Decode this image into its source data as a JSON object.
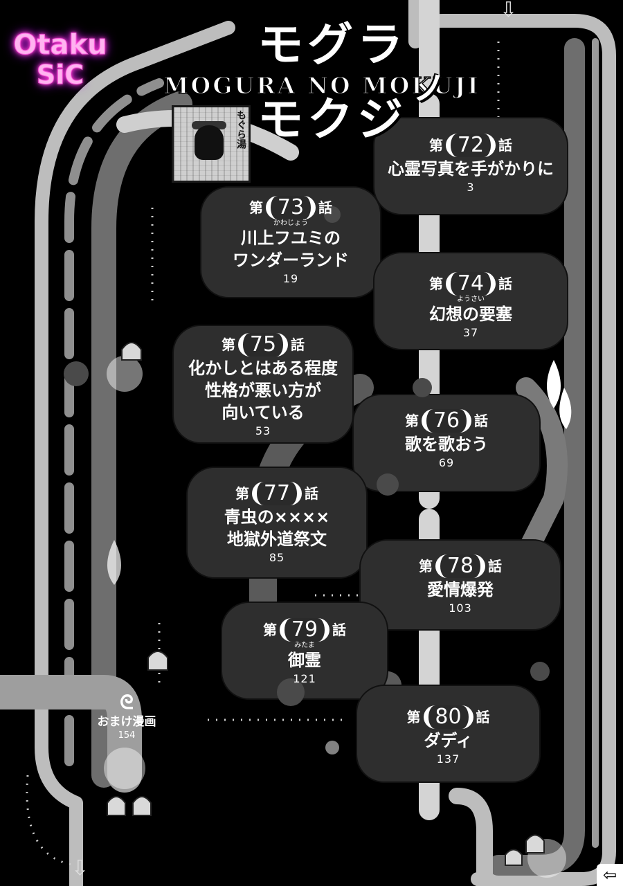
{
  "logo": {
    "line1": "Otaku",
    "line2": "SiC",
    "accent": "#ff3fd0"
  },
  "title": {
    "top": "モグラ",
    "roman": "MOGURA NO MOKUJI",
    "connector": "ノ",
    "bottom": "モクジ"
  },
  "sign": {
    "text": "もぐら湯"
  },
  "chapter_prefix": "第",
  "chapter_suffix": "話",
  "chapters": [
    {
      "num": "72",
      "title_lines": [
        "心霊写真を手がかりに"
      ],
      "page": "3"
    },
    {
      "num": "73",
      "ruby": "かわじょう",
      "title_lines": [
        "川上フユミの",
        "ワンダーランド"
      ],
      "page": "19"
    },
    {
      "num": "74",
      "ruby": "ようさい",
      "title_lines": [
        "幻想の要塞"
      ],
      "page": "37"
    },
    {
      "num": "75",
      "title_lines": [
        "化かしとはある程度",
        "性格が悪い方が",
        "向いている"
      ],
      "page": "53"
    },
    {
      "num": "76",
      "title_lines": [
        "歌を歌おう"
      ],
      "page": "69"
    },
    {
      "num": "77",
      "title_lines": [
        "青虫の××××",
        "地獄外道祭文"
      ],
      "page": "85"
    },
    {
      "num": "78",
      "title_lines": [
        "愛情爆発"
      ],
      "page": "103"
    },
    {
      "num": "79",
      "ruby": "みたま",
      "title_lines": [
        "御霊"
      ],
      "page": "121"
    },
    {
      "num": "80",
      "title_lines": [
        "ダディ"
      ],
      "page": "137"
    }
  ],
  "bonus": {
    "title": "おまけ漫画",
    "page": "154"
  },
  "icons": {
    "arrow_down": "arrow-down-icon",
    "back": "back-arrow-icon",
    "flame": "flame-icon"
  },
  "colors": {
    "background": "#000000",
    "track_light": "#bdbdbd",
    "track_mid": "#6e6e6e",
    "panel": "#2e2e2e"
  }
}
